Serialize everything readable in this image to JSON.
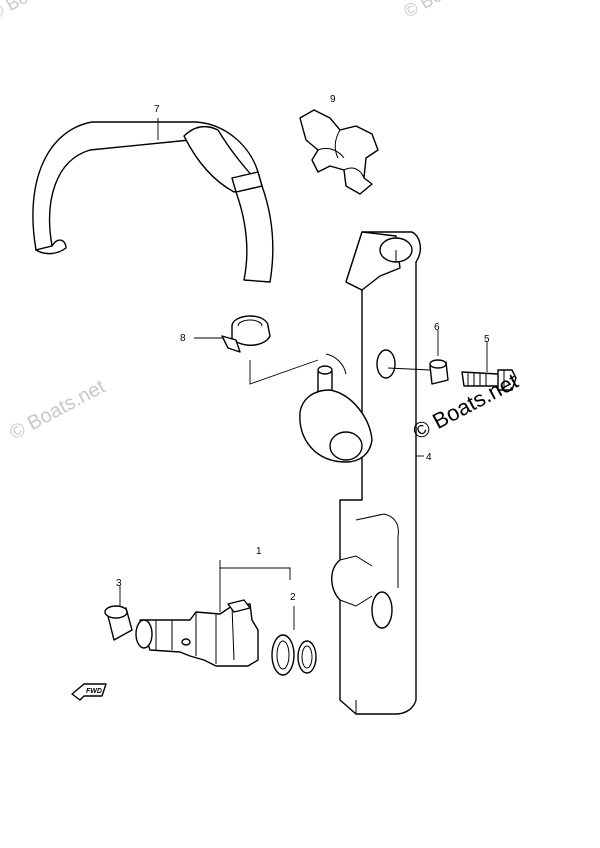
{
  "callouts": {
    "p1": "1",
    "p2": "2",
    "p3": "3",
    "p4": "4",
    "p5": "5",
    "p6": "6",
    "p7": "7",
    "p8": "8",
    "p9": "9"
  },
  "fwd_label": "FWD",
  "watermark": {
    "main": "© Boats.net",
    "faint": "© Boats.net"
  }
}
